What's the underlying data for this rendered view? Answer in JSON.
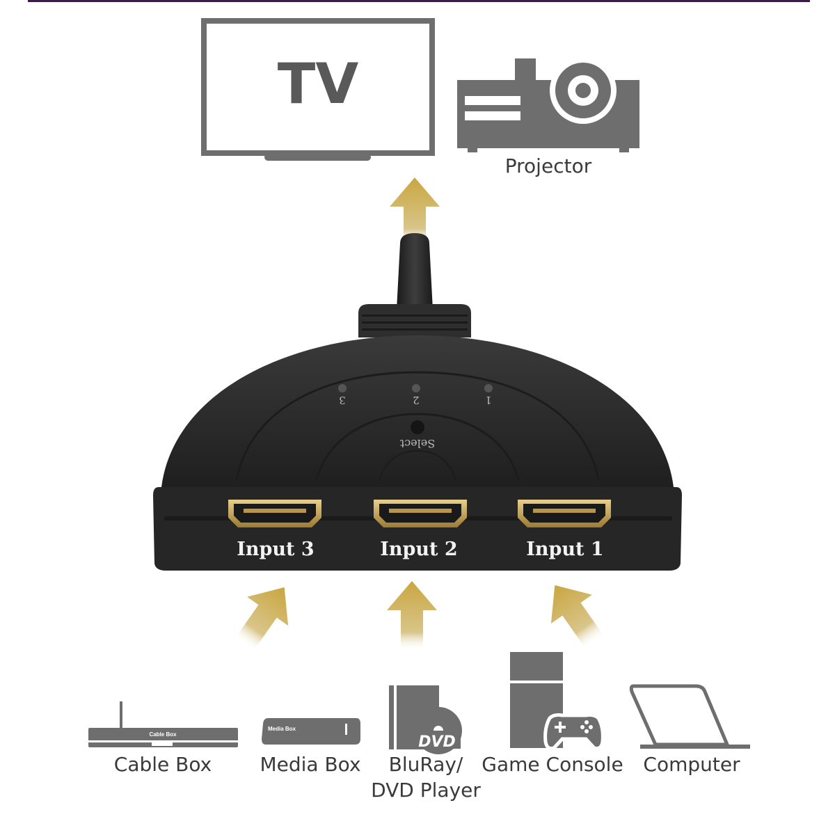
{
  "outputs": {
    "tv": {
      "label": "TV"
    },
    "projector": {
      "label": "Projector"
    }
  },
  "switch": {
    "ports": [
      {
        "label": "Input 3",
        "led": "3"
      },
      {
        "label": "Input 2",
        "led": "2"
      },
      {
        "label": "Input 1",
        "led": "1"
      }
    ],
    "button_label": "Select"
  },
  "sources": {
    "cable_box": {
      "label": "Cable Box",
      "device_text": "Cable Box"
    },
    "media_box": {
      "label": "Media Box",
      "device_text": "Media Box"
    },
    "bluray": {
      "line1": "BluRay/",
      "line2": "DVD Player",
      "disc_text": "DVD"
    },
    "game_console": {
      "label": "Game Console"
    },
    "computer": {
      "label": "Computer"
    }
  },
  "colors": {
    "icon_gray": "#6e6e6e",
    "arrow_gold": "#c9a745",
    "device_black": "#2b2b2b"
  }
}
